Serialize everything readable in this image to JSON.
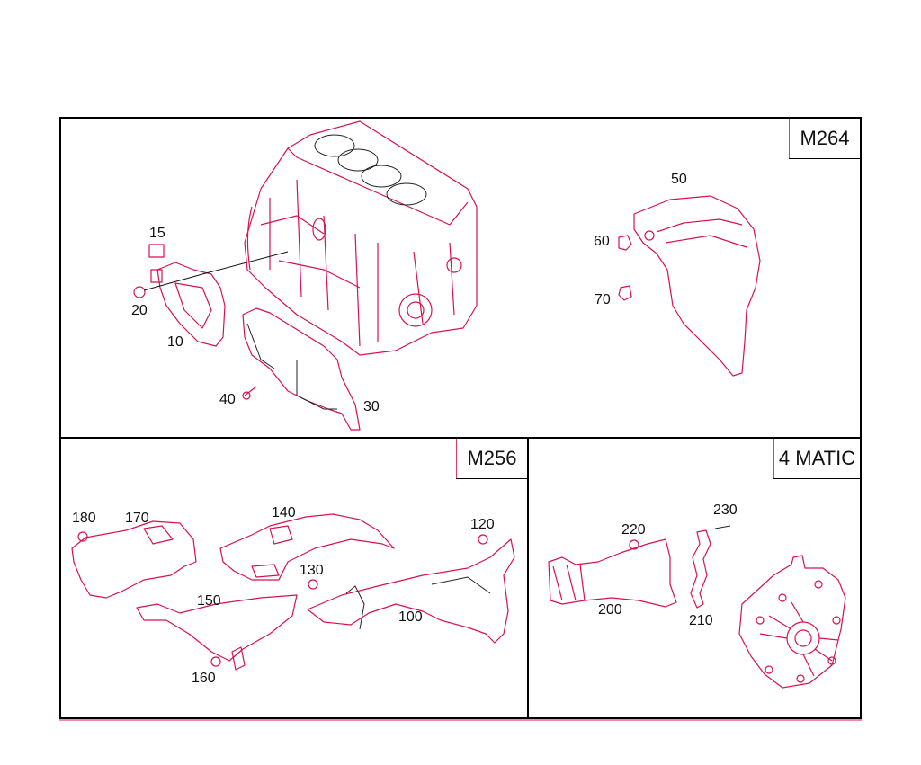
{
  "diagram": {
    "type": "exploded parts diagram",
    "colors": {
      "line_art": "#d8124e",
      "frame": "#000000",
      "text": "#111111"
    },
    "sections": [
      {
        "id": "m264",
        "label": "M264"
      },
      {
        "id": "m256",
        "label": "M256"
      },
      {
        "id": "4matic",
        "label": "4 MATIC"
      }
    ],
    "callouts": {
      "c10": "10",
      "c15": "15",
      "c20": "20",
      "c30": "30",
      "c40": "40",
      "c50": "50",
      "c60": "60",
      "c70": "70",
      "c100": "100",
      "c120": "120",
      "c130": "130",
      "c140": "140",
      "c150": "150",
      "c160": "160",
      "c170": "170",
      "c180": "180",
      "c200": "200",
      "c210": "210",
      "c220": "220",
      "c230": "230"
    }
  }
}
